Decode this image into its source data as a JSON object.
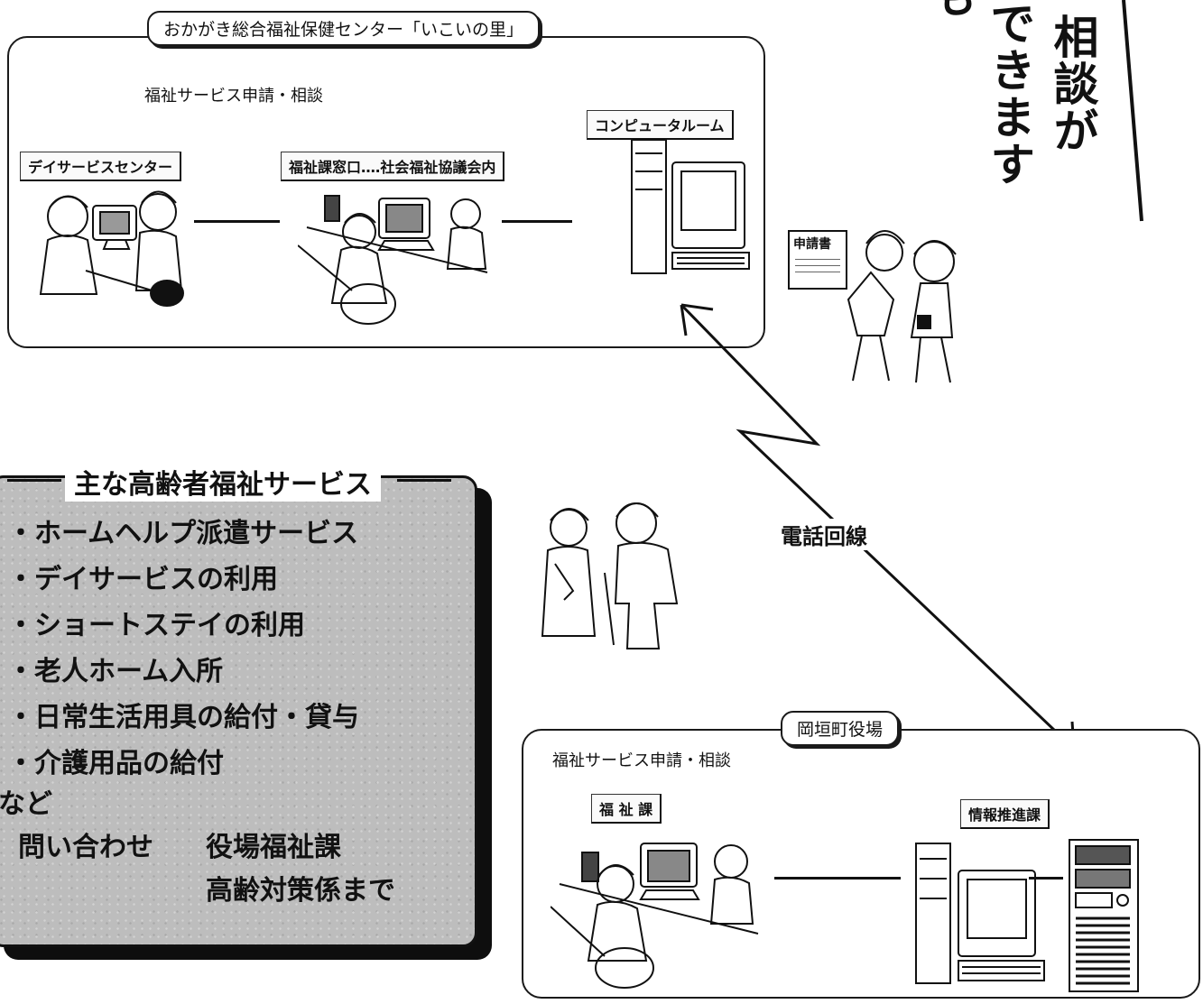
{
  "center": {
    "tab_title": "おかがき総合福祉保健センター「いこいの里」",
    "subtitle": "福祉サービス申請・相談",
    "daycare_label": "デイサービスセンター",
    "welfare_window_label": "福祉課窓口‥‥社会福祉協議会内",
    "computer_room_label": "コンピュータルーム"
  },
  "headline": {
    "col1": "も",
    "col2": "できます",
    "col3": "相談が"
  },
  "application_form_label": "申請書",
  "phone_line_label": "電話回線",
  "services": {
    "title": "主な高齢者福祉サービス",
    "items": [
      "・ホームヘルプ派遣サービス",
      "・デイサービスの利用",
      "・ショートステイの利用",
      "・老人ホーム入所",
      "・日常生活用具の給付・貸与",
      "・介護用品の給付"
    ],
    "etc": "など",
    "contact_label": "問い合わせ",
    "contact_dept": "役場福祉課",
    "contact_section": "高齢対策係まで"
  },
  "town_hall": {
    "tab_title": "岡垣町役場",
    "subtitle": "福祉サービス申請・相談",
    "welfare_dept_label": "福 祉 課",
    "info_dept_label": "情報推進課"
  }
}
